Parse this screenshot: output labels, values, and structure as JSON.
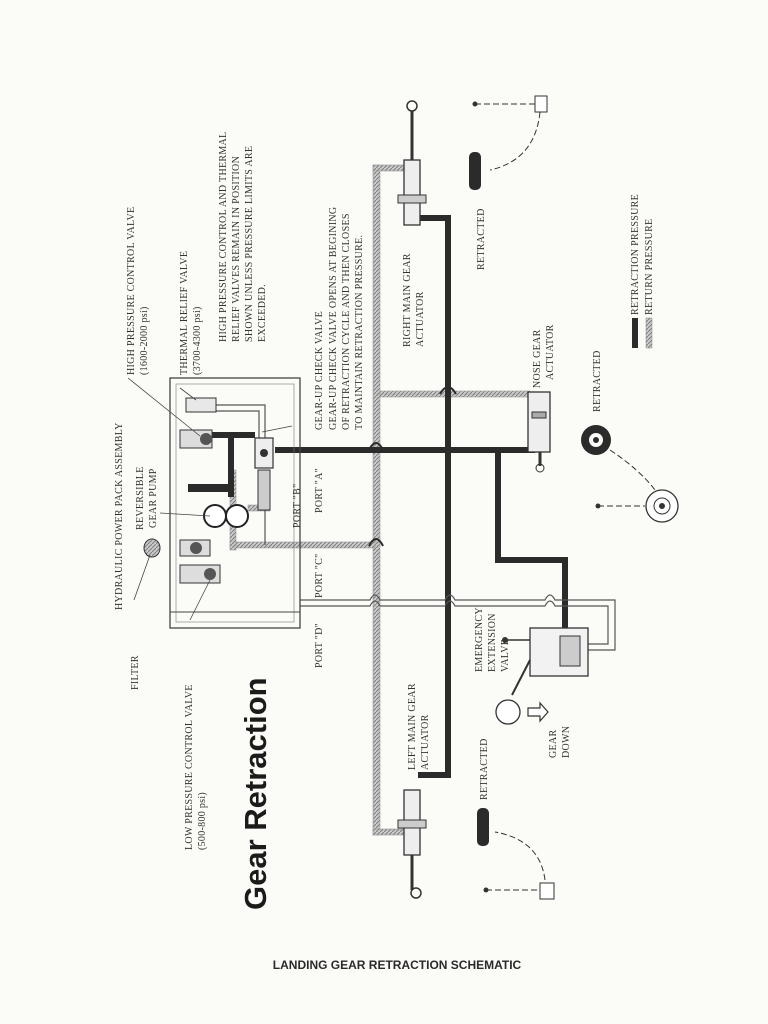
{
  "diagram": {
    "title": "Gear Retraction",
    "caption": "LANDING GEAR RETRACTION SCHEMATIC",
    "colors": {
      "pressure_line": "#2b2b2b",
      "return_line": "#a9a9a9",
      "hatch": "#8c8c8c",
      "paper": "#fbfbf8",
      "ink": "#333333"
    },
    "labels": {
      "power_pack": "HYDRAULIC POWER PACK ASSEMBLY",
      "hp_valve_1": "HIGH PRESSURE CONTROL VALVE",
      "hp_valve_2": "(1600-2000 psi)",
      "thermal_1": "THERMAL RELIEF VALVE",
      "thermal_2": "(3700-4300 psi)",
      "note_hp_1": "HIGH PRESSURE CONTROL AND THERMAL",
      "note_hp_2": "RELIEF VALVES REMAIN IN POSITION",
      "note_hp_3": "SHOWN UNLESS PRESSURE LIMITS ARE",
      "note_hp_4": "EXCEEDED.",
      "check_valve": "GEAR-UP CHECK VALVE",
      "note_check_1": "GEAR-UP CHECK VALVE OPENS AT BEGINING",
      "note_check_2": "OF RETRACTION CYCLE AND THEN CLOSES",
      "note_check_3": "TO MAINTAIN RETRACTION PRESSURE.",
      "pump_1": "REVERSIBLE",
      "pump_2": "GEAR PUMP",
      "port_a": "PORT \"A\"",
      "port_b": "PORT \"B\"",
      "port_c": "PORT \"C\"",
      "port_d": "PORT \"D\"",
      "filter": "FILTER",
      "lp_valve_1": "LOW PRESSURE CONTROL VALVE",
      "lp_valve_2": "(500-800 psi)",
      "right_main_1": "RIGHT MAIN GEAR",
      "right_main_2": "ACTUATOR",
      "left_main_1": "LEFT MAIN GEAR",
      "left_main_2": "ACTUATOR",
      "nose_1": "NOSE GEAR",
      "nose_2": "ACTUATOR",
      "retracted_right": "RETRACTED",
      "retracted_nose": "RETRACTED",
      "retracted_left": "RETRACTED",
      "emergency_1": "EMERGENCY",
      "emergency_2": "EXTENSION",
      "emergency_3": "VALVE",
      "gear_1": "GEAR",
      "gear_2": "DOWN"
    },
    "legend": [
      {
        "label": "RETRACTION PRESSURE",
        "style": "solid"
      },
      {
        "label": "RETURN PRESSURE",
        "style": "hatched"
      }
    ]
  }
}
